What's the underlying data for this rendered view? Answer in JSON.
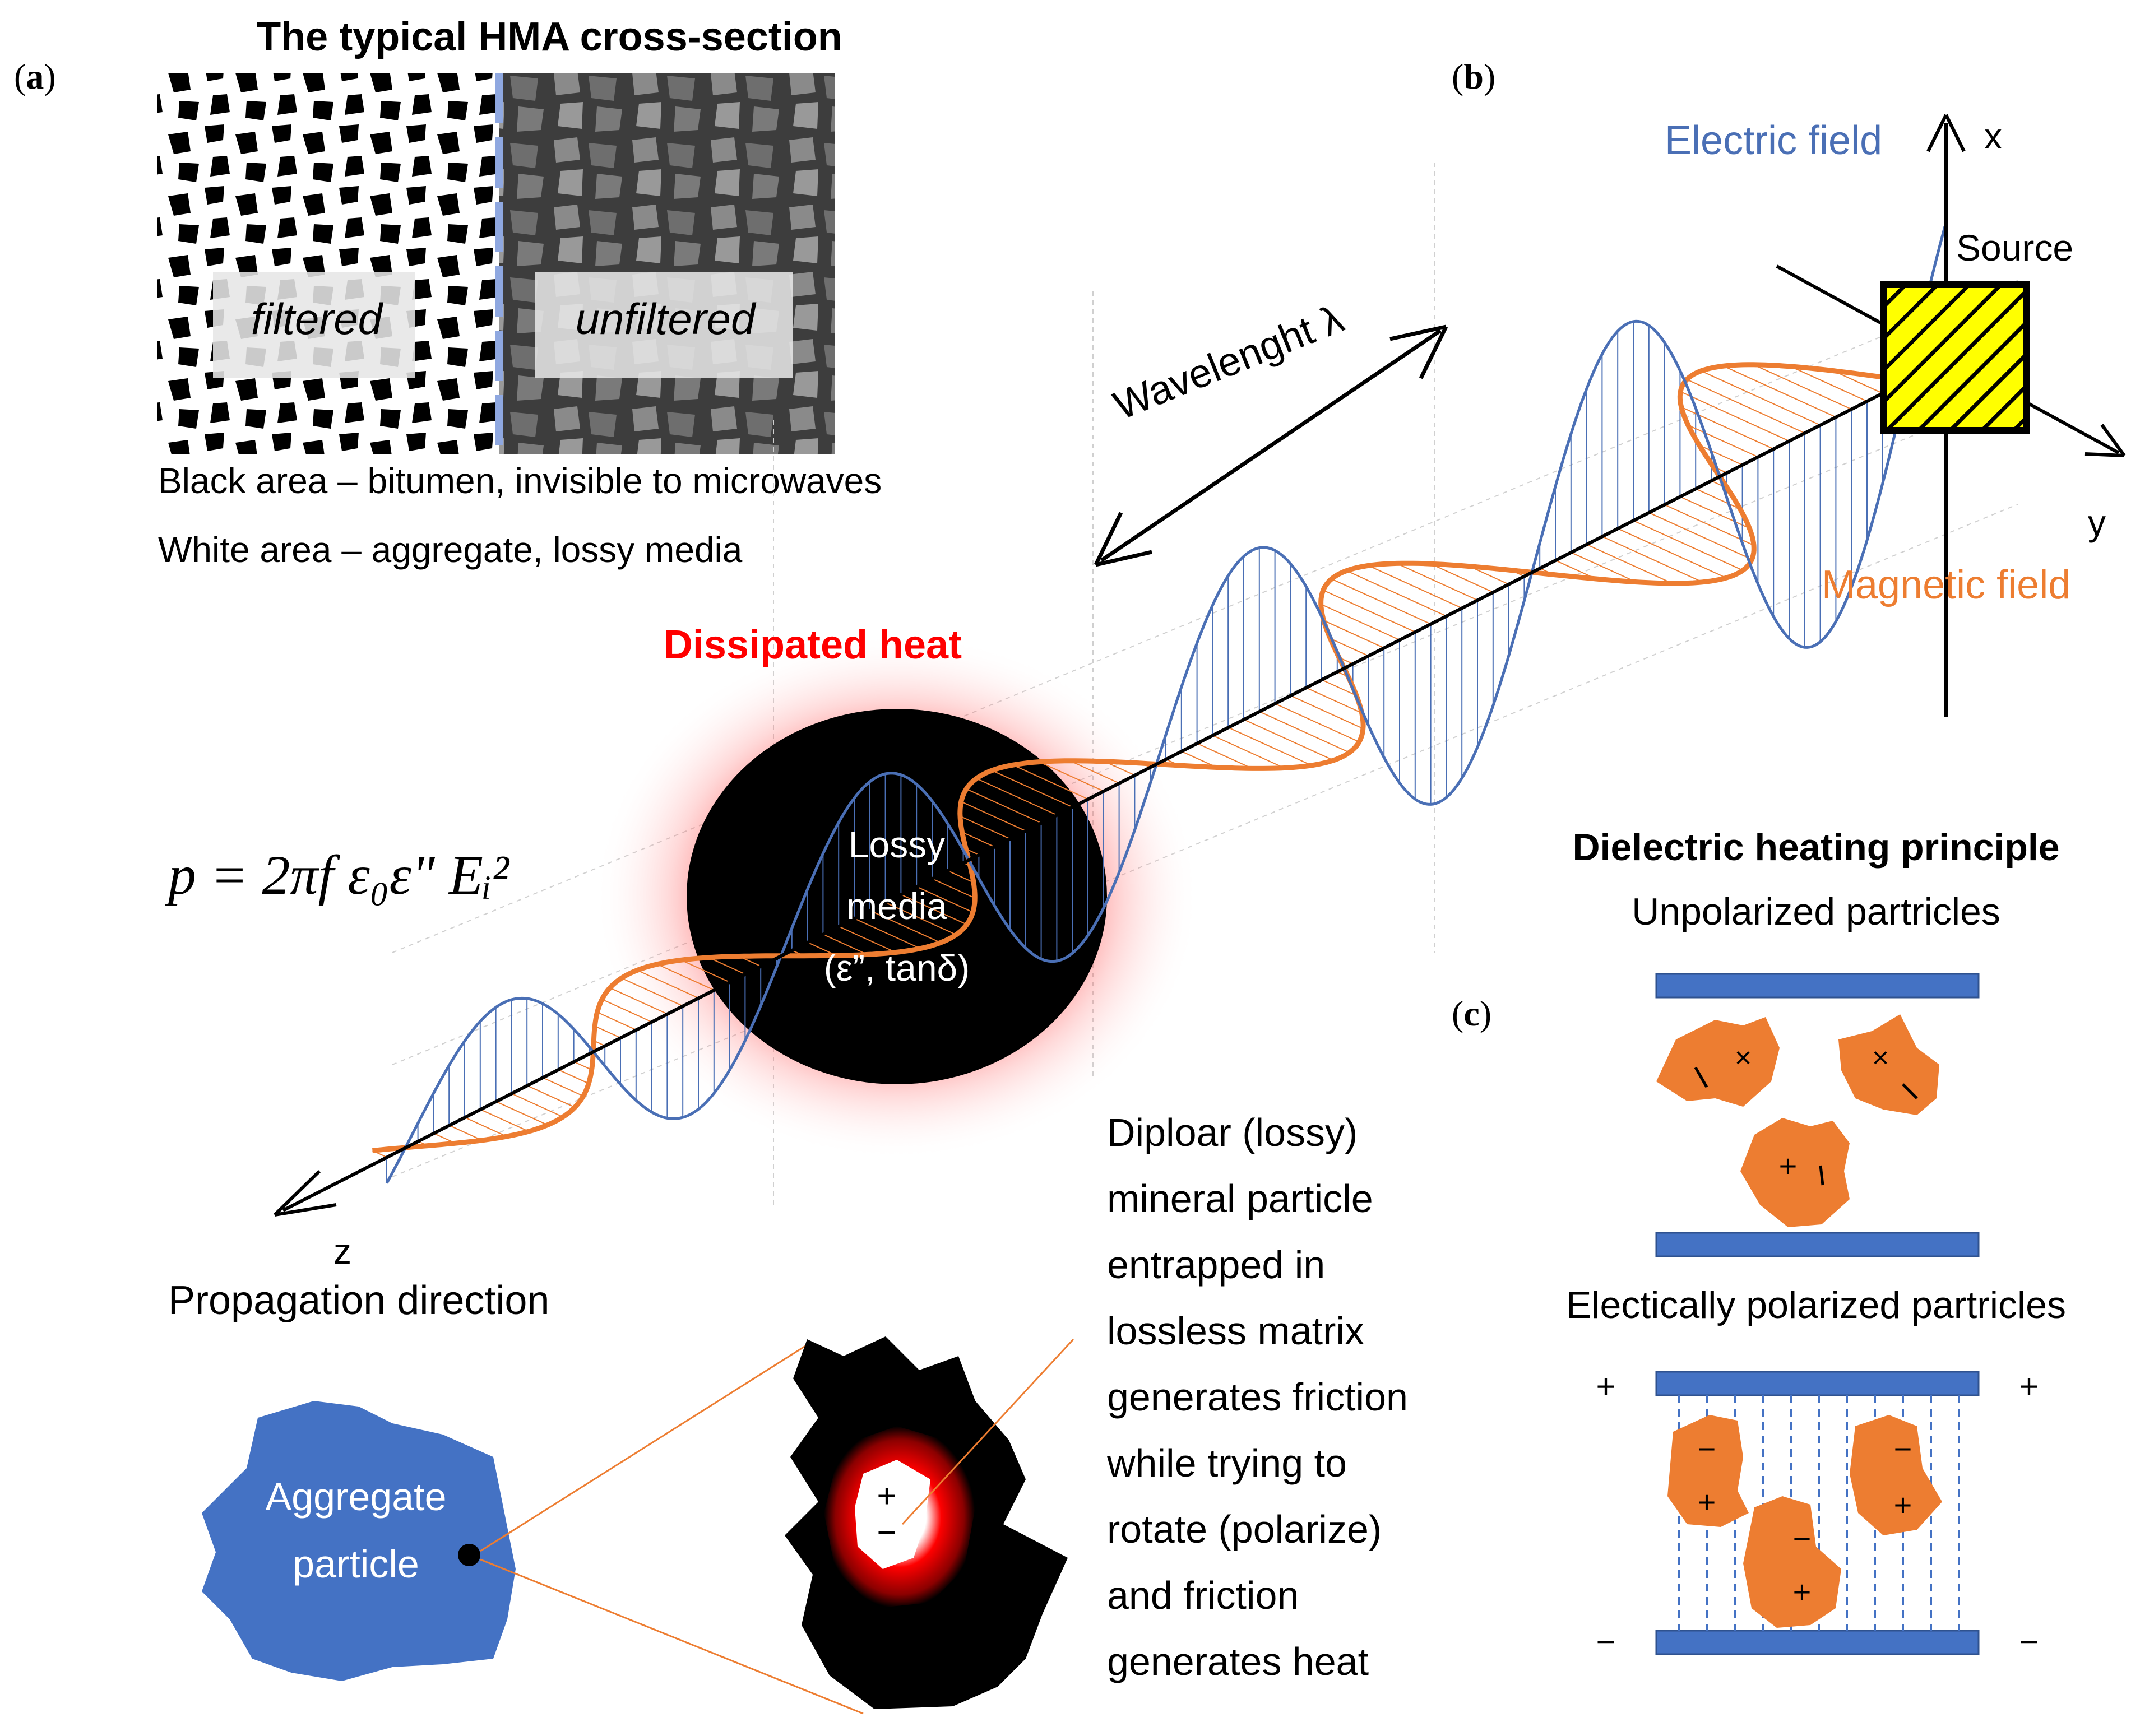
{
  "panels": {
    "a": {
      "label": "(a)",
      "letter": "a"
    },
    "b": {
      "label": "(b)",
      "letter": "b"
    },
    "c": {
      "label": "(c)",
      "letter": "c"
    }
  },
  "cross_section": {
    "title": "The typical HMA cross-section",
    "filtered_label": "filtered",
    "unfiltered_label": "unfiltered",
    "legend_black": "Black area – bitumen, invisible to microwaves",
    "legend_white": "White area – aggregate, lossy media"
  },
  "wave": {
    "electric_field": "Electric field",
    "magnetic_field": "Magnetic field",
    "axis_x": "x",
    "axis_y": "y",
    "axis_z": "z",
    "source": "Source",
    "wavelength": "Wavelenght λ",
    "propagation": "Propagation direction",
    "dissipated_heat": "Dissipated heat",
    "lossy_media_line1": "Lossy",
    "lossy_media_line2": "media",
    "lossy_media_line3": "(ε”, tanδ)",
    "formula": "p = 2πf ε₀ε\" Eᵢ²"
  },
  "particle": {
    "aggregate_line1": "Aggregate",
    "aggregate_line2": "particle",
    "plus": "+",
    "minus": "−",
    "description": [
      "Diploar (lossy)",
      "mineral particle",
      "entrapped in",
      "lossless matrix",
      "generates  friction",
      "while trying to",
      "rotate (polarize)",
      "and friction",
      "generates heat"
    ]
  },
  "dielectric": {
    "title": "Dielectric heating principle",
    "unpolarized": "Unpolarized partricles",
    "polarized": "Electically polarized partricles",
    "plus": "+",
    "minus": "−"
  },
  "colors": {
    "electric": "#4a6fb5",
    "magnetic": "#ed7d31",
    "plate": "#4472c4",
    "particle": "#ed7d31",
    "aggregate": "#4472c4",
    "heat": "#ff0000",
    "source_fill": "#ffff00"
  }
}
